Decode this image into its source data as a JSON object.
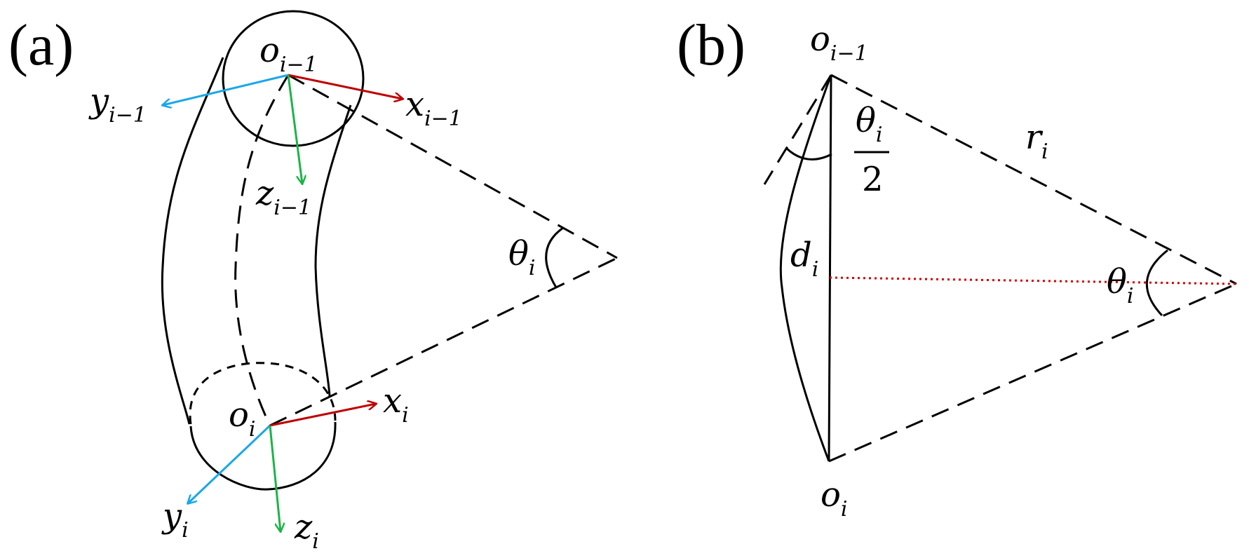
{
  "panel_a": {
    "label": "(a)",
    "o_prev": {
      "base": "o",
      "sub": "i−1"
    },
    "x_prev": {
      "base": "x",
      "sub": "i−1"
    },
    "y_prev": {
      "base": "y",
      "sub": "i−1"
    },
    "z_prev": {
      "base": "z",
      "sub": "i−1"
    },
    "o_i": {
      "base": "o",
      "sub": "i"
    },
    "x_i": {
      "base": "x",
      "sub": "i"
    },
    "y_i": {
      "base": "y",
      "sub": "i"
    },
    "z_i": {
      "base": "z",
      "sub": "i"
    },
    "theta": {
      "base": "θ",
      "sub": "i"
    }
  },
  "panel_b": {
    "label": "(b)",
    "o_prev": {
      "base": "o",
      "sub": "i−1"
    },
    "o_i": {
      "base": "o",
      "sub": "i"
    },
    "r": {
      "base": "r",
      "sub": "i"
    },
    "d": {
      "base": "d",
      "sub": "i"
    },
    "theta": {
      "base": "θ",
      "sub": "i"
    },
    "half_theta_num": {
      "base": "θ",
      "sub": "i"
    },
    "half_theta_den": "2"
  },
  "colors": {
    "x_axis": "#c00000",
    "y_axis": "#1aa7e8",
    "z_axis": "#1db34a",
    "center_line": "#d40000"
  }
}
